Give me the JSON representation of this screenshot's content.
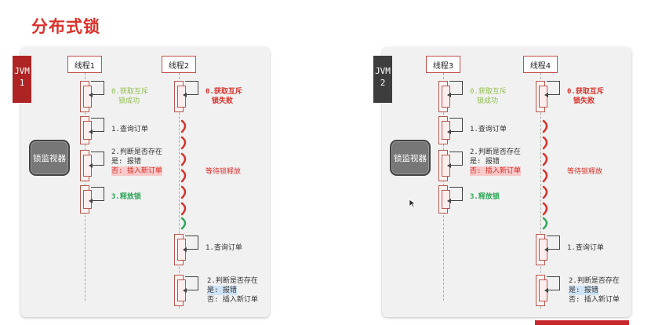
{
  "title": "分布式锁",
  "colors": {
    "accent": "#d8312a",
    "jvm1": "#ae2424",
    "jvm2": "#3d3d3d"
  },
  "panels": [
    {
      "jvm_label": [
        "JVM",
        "1"
      ],
      "monitor_label": "锁监视器",
      "threadA": "线程1",
      "threadB": "线程2",
      "a_step0": [
        "0.获取互斥",
        "锁成功"
      ],
      "b_step0": [
        "0.获取互斥",
        "锁失败"
      ],
      "a_step1": "1.查询订单",
      "a_step2": [
        "2.判断是否存在",
        "是: 报错",
        "否: 插入新订单"
      ],
      "a_step3": "3.释放锁",
      "wait": "等待锁释放",
      "b_step1": "1.查询订单",
      "b_step2": [
        "2.判断是否存在",
        "是: 报错",
        "否: 插入新订单"
      ]
    },
    {
      "jvm_label": [
        "JVM",
        "2"
      ],
      "monitor_label": "锁监视器",
      "threadA": "线程3",
      "threadB": "线程4",
      "a_step0": [
        "0.获取互斥",
        "锁成功"
      ],
      "b_step0": [
        "0.获取互斥",
        "锁失败"
      ],
      "a_step1": "1.查询订单",
      "a_step2": [
        "2.判断是否存在",
        "是: 报错",
        "否: 插入新订单"
      ],
      "a_step3": "3.释放锁",
      "wait": "等待锁释放",
      "b_step1": "1.查询订单",
      "b_step2": [
        "2.判断是否存在",
        "是: 报错",
        "否: 插入新订单"
      ]
    }
  ]
}
